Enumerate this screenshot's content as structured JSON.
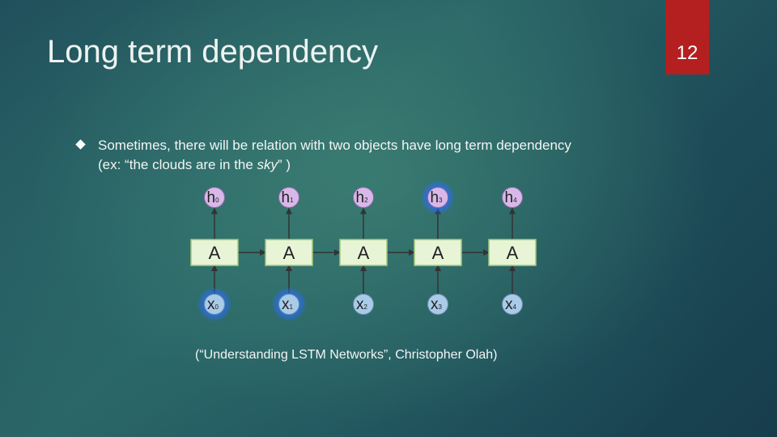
{
  "slide": {
    "title": "Long term dependency",
    "page_number": "12",
    "bullet": {
      "text_before": "Sometimes, there will be relation with two objects have long term dependency (ex:  “the clouds are in the ",
      "text_emph": "sky",
      "text_after": "” )"
    },
    "caption": "(“Understanding LSTM Networks”,  Christopher Olah)"
  },
  "diagram": {
    "cells": [
      {
        "block_label": "A",
        "output": "h",
        "output_sub": "0",
        "input": "x",
        "input_sub": "0",
        "output_highlight": false,
        "input_highlight": true
      },
      {
        "block_label": "A",
        "output": "h",
        "output_sub": "1",
        "input": "x",
        "input_sub": "1",
        "output_highlight": false,
        "input_highlight": true
      },
      {
        "block_label": "A",
        "output": "h",
        "output_sub": "2",
        "input": "x",
        "input_sub": "2",
        "output_highlight": false,
        "input_highlight": false
      },
      {
        "block_label": "A",
        "output": "h",
        "output_sub": "3",
        "input": "x",
        "input_sub": "3",
        "output_highlight": true,
        "input_highlight": false
      },
      {
        "block_label": "A",
        "output": "h",
        "output_sub": "4",
        "input": "x",
        "input_sub": "4",
        "output_highlight": false,
        "input_highlight": false
      }
    ],
    "colors": {
      "output_node": "#d8b8e8",
      "input_node": "#a9cbe8",
      "block_fill": "#e7f4d6",
      "block_stroke": "#a3c77c",
      "highlight_glow": "#2a6cff",
      "accent_badge": "#b3201f"
    }
  }
}
